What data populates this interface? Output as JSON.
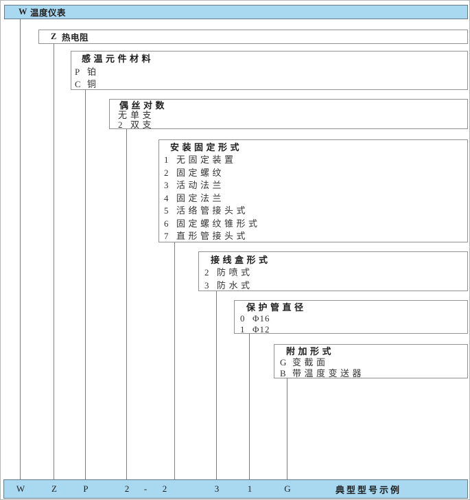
{
  "colors": {
    "bar_fill": "#a9d8f1",
    "bar_border": "#66788a",
    "box_border": "#909090",
    "connector_line": "#7d7d7d",
    "text": "#222222"
  },
  "top_bar": {
    "code": "W",
    "label": "温度仪表"
  },
  "series_bar": {
    "code": "Z",
    "label": "热电阻"
  },
  "boxes": [
    {
      "title": "感温元件材料",
      "items": [
        {
          "code": "P",
          "label": "铂"
        },
        {
          "code": "C",
          "label": "铜"
        }
      ]
    },
    {
      "title": "偶丝对数",
      "items": [
        {
          "code": "无",
          "label": "单支"
        },
        {
          "code": "2",
          "label": "双支"
        }
      ]
    },
    {
      "title": "安装固定形式",
      "items": [
        {
          "code": "1",
          "label": "无固定装置"
        },
        {
          "code": "2",
          "label": "固定螺纹"
        },
        {
          "code": "3",
          "label": "活动法兰"
        },
        {
          "code": "4",
          "label": "固定法兰"
        },
        {
          "code": "5",
          "label": "活络管接头式"
        },
        {
          "code": "6",
          "label": "固定螺纹锥形式"
        },
        {
          "code": "7",
          "label": "直形管接头式"
        }
      ]
    },
    {
      "title": "接线盒形式",
      "items": [
        {
          "code": "2",
          "label": "防喷式"
        },
        {
          "code": "3",
          "label": "防水式"
        }
      ]
    },
    {
      "title": "保护管直径",
      "items": [
        {
          "code": "0",
          "label": "Φ16"
        },
        {
          "code": "1",
          "label": "Φ12"
        }
      ]
    },
    {
      "title": "附加形式",
      "items": [
        {
          "code": "G",
          "label": "变截面"
        },
        {
          "code": "B",
          "label": "带温度变送器"
        }
      ]
    }
  ],
  "bottom_bar": {
    "codes": [
      "W",
      "Z",
      "P",
      "2",
      "-",
      "2",
      "3",
      "1",
      "G"
    ],
    "label": "典型型号示例"
  }
}
